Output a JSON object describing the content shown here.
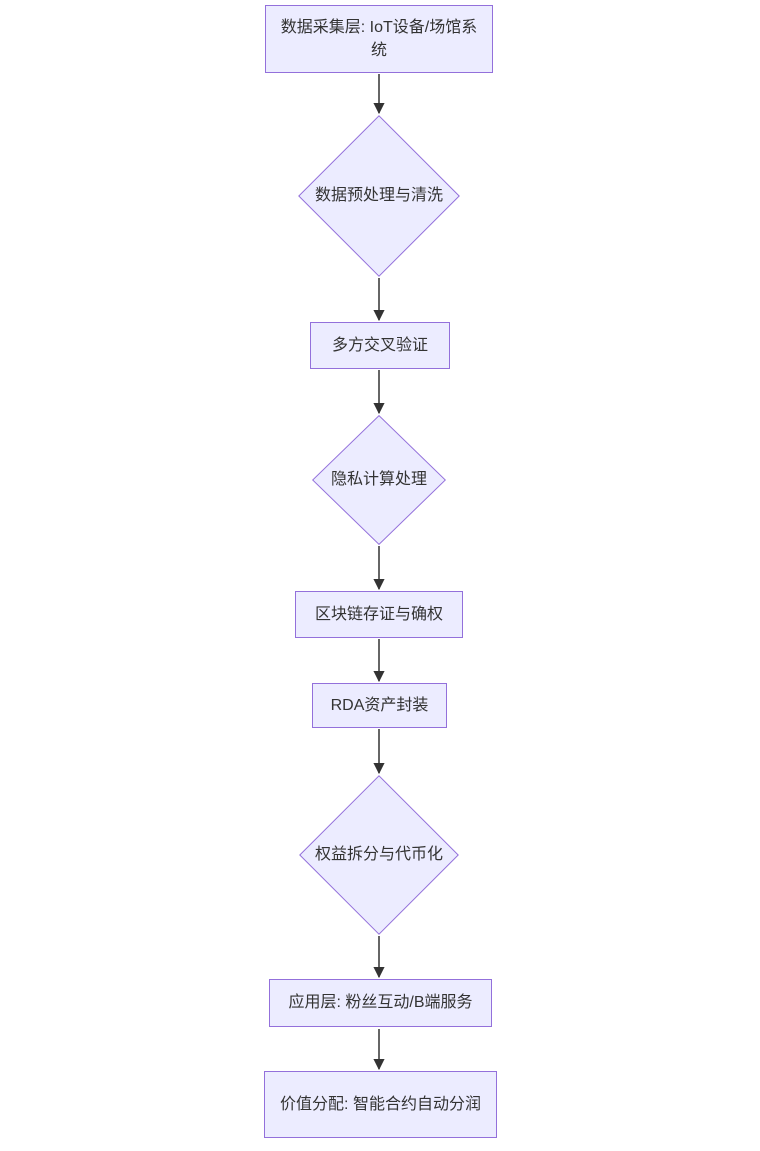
{
  "diagram": {
    "type": "flowchart-vertical",
    "background": "#ffffff",
    "colors": {
      "node_fill": "#ECECFF",
      "node_border": "#9370DB",
      "edge_line": "#333333",
      "text": "#333333"
    },
    "nodes": [
      {
        "id": "data-collection",
        "shape": "rect",
        "label": "数据采集层: IoT设备/场馆系统"
      },
      {
        "id": "preprocessing",
        "shape": "diamond",
        "label": "数据预处理与清洗"
      },
      {
        "id": "cross-validation",
        "shape": "rect",
        "label": "多方交叉验证"
      },
      {
        "id": "privacy-computing",
        "shape": "diamond",
        "label": "隐私计算处理"
      },
      {
        "id": "blockchain-notary",
        "shape": "rect",
        "label": "区块链存证与确权"
      },
      {
        "id": "rda-packaging",
        "shape": "rect",
        "label": "RDA资产封装"
      },
      {
        "id": "tokenization",
        "shape": "diamond",
        "label": "权益拆分与代币化"
      },
      {
        "id": "application-layer",
        "shape": "rect",
        "label": "应用层: 粉丝互动/B端服务"
      },
      {
        "id": "value-distribution",
        "shape": "rect",
        "label": "价值分配: 智能合约自动分润"
      }
    ],
    "edges": [
      {
        "from": "data-collection",
        "to": "preprocessing"
      },
      {
        "from": "preprocessing",
        "to": "cross-validation"
      },
      {
        "from": "cross-validation",
        "to": "privacy-computing"
      },
      {
        "from": "privacy-computing",
        "to": "blockchain-notary"
      },
      {
        "from": "blockchain-notary",
        "to": "rda-packaging"
      },
      {
        "from": "rda-packaging",
        "to": "tokenization"
      },
      {
        "from": "tokenization",
        "to": "application-layer"
      },
      {
        "from": "application-layer",
        "to": "value-distribution"
      }
    ]
  }
}
